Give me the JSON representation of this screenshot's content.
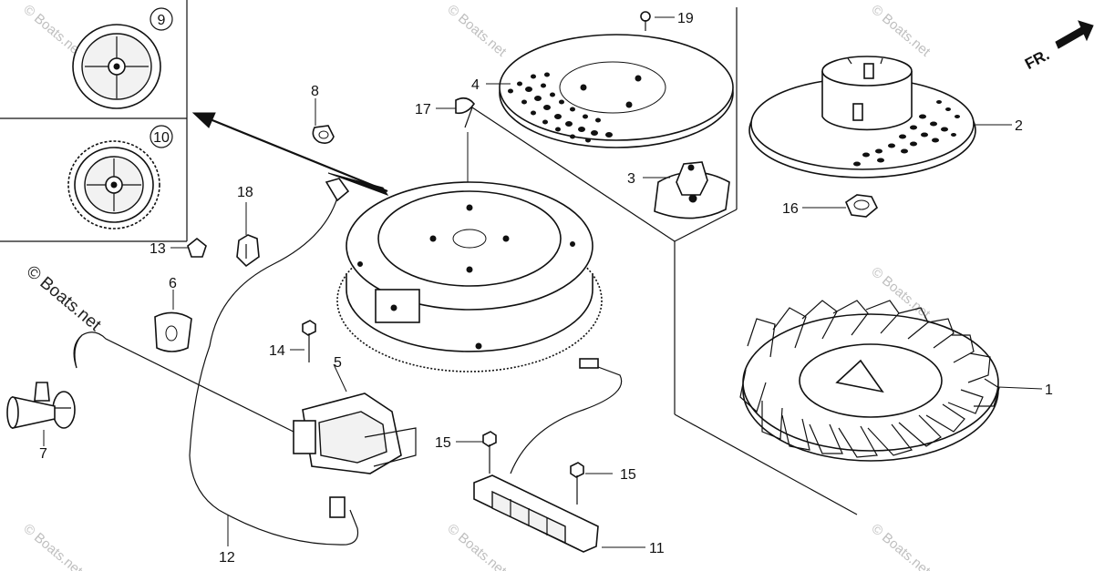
{
  "diagram": {
    "direction_label": "FR.",
    "watermark_text": "© Boats.net",
    "inset_parts": [
      {
        "number": "9"
      },
      {
        "number": "10"
      }
    ],
    "callouts": {
      "c1": "1",
      "c2": "2",
      "c3": "3",
      "c4": "4",
      "c5": "5",
      "c6": "6",
      "c7": "7",
      "c8": "8",
      "c11": "11",
      "c12": "12",
      "c13": "13",
      "c14": "14",
      "c15a": "15",
      "c15b": "15",
      "c16": "16",
      "c17": "17",
      "c18": "18",
      "c19": "19"
    }
  }
}
